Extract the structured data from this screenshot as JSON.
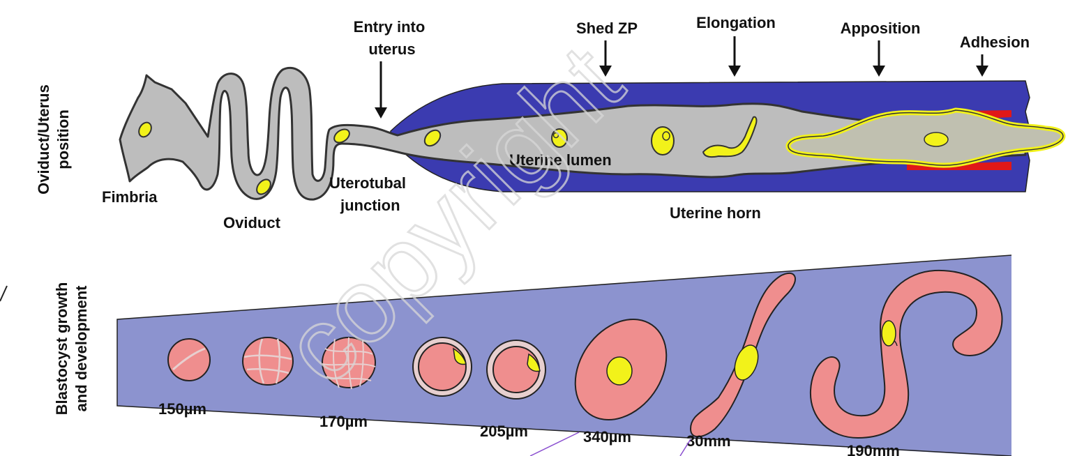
{
  "colors": {
    "uterus_wall": "#3b3bb0",
    "lumen": "#bdbdbd",
    "lumen_stroke": "#333333",
    "embryo_yellow": "#f2f21a",
    "adhesion_red": "#e01818",
    "panel_bg": "#8c93cf",
    "blastocyst_pink": "#ef8e8e",
    "zona_ring": "#e7cfcf"
  },
  "top_panel": {
    "side_label": [
      "Oviduct/Uterus",
      "position"
    ],
    "anatomy": {
      "fimbria": "Fimbria",
      "oviduct": "Oviduct",
      "utj": [
        "Uterotubal",
        "junction"
      ],
      "lumen": "Uterine lumen",
      "horn": "Uterine horn"
    },
    "events": {
      "entry": [
        "Entry into",
        "uterus"
      ],
      "shed_zp": "Shed ZP",
      "elongation": "Elongation",
      "apposition": "Apposition",
      "adhesion": "Adhesion"
    }
  },
  "bottom_panel": {
    "side_label": [
      "Blastocyst growth",
      "and development"
    ],
    "sizes": {
      "s150": "150µm",
      "s170": "170µm",
      "s205": "205µm",
      "s340": "340µm",
      "s30mm": "30mm",
      "s190mm": "190mm"
    }
  },
  "watermark": "copyright"
}
